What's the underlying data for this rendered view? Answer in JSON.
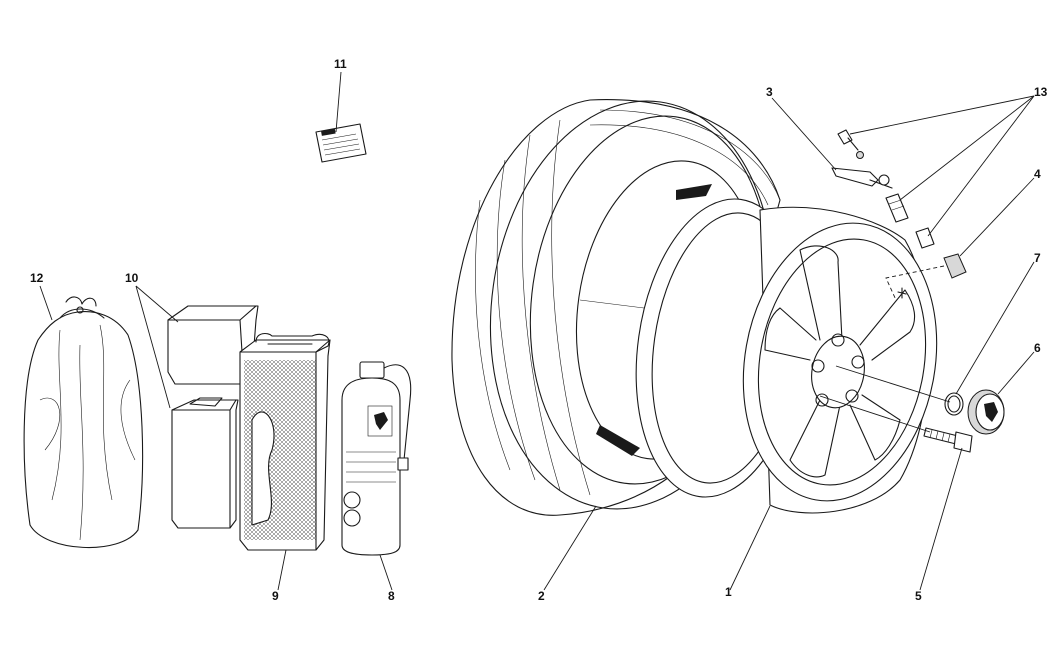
{
  "diagram": {
    "title": "",
    "callouts": [
      {
        "id": "1",
        "label": "1"
      },
      {
        "id": "2",
        "label": "2"
      },
      {
        "id": "3",
        "label": "3"
      },
      {
        "id": "4",
        "label": "4"
      },
      {
        "id": "5",
        "label": "5"
      },
      {
        "id": "6",
        "label": "6"
      },
      {
        "id": "7",
        "label": "7"
      },
      {
        "id": "8",
        "label": "8"
      },
      {
        "id": "9",
        "label": "9"
      },
      {
        "id": "10",
        "label": "10"
      },
      {
        "id": "11",
        "label": "11"
      },
      {
        "id": "12",
        "label": "12"
      },
      {
        "id": "13",
        "label": "13"
      }
    ],
    "colors": {
      "line": "#1a1a1a",
      "background": "#ffffff"
    }
  }
}
